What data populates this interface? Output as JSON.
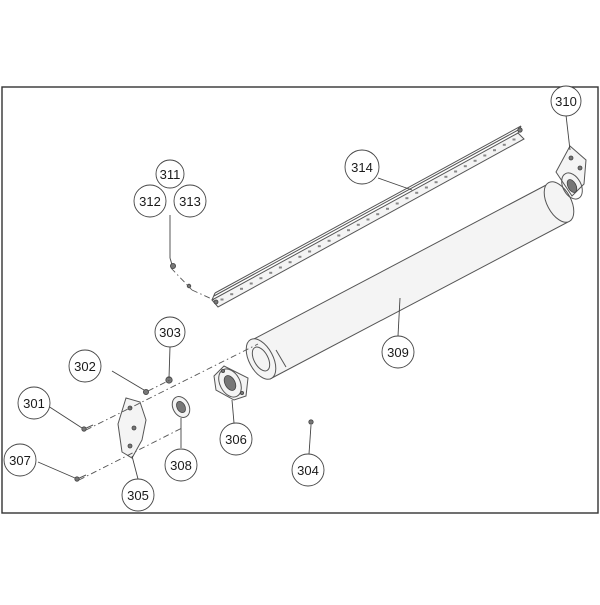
{
  "parts": [
    {
      "id": "p301",
      "number": "301"
    },
    {
      "id": "p302",
      "number": "302"
    },
    {
      "id": "p303",
      "number": "303"
    },
    {
      "id": "p304",
      "number": "304"
    },
    {
      "id": "p305",
      "number": "305"
    },
    {
      "id": "p306",
      "number": "306"
    },
    {
      "id": "p307",
      "number": "307"
    },
    {
      "id": "p308",
      "number": "308"
    },
    {
      "id": "p309",
      "number": "309"
    },
    {
      "id": "p310",
      "number": "310"
    },
    {
      "id": "p311",
      "number": "311"
    },
    {
      "id": "p312",
      "number": "312"
    },
    {
      "id": "p313",
      "number": "313"
    },
    {
      "id": "p314",
      "number": "314"
    }
  ]
}
